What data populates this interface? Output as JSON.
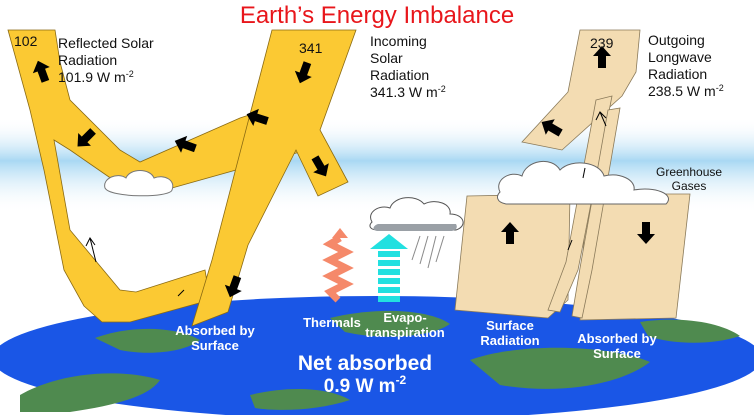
{
  "title": "Earth’s Energy Imbalance",
  "colors": {
    "title": "#e8161b",
    "solar_band": "#fbc933",
    "longwave_band": "#f3dcb2",
    "ocean": "#1a56e6",
    "land": "#4f8a4f",
    "sky": "#bfe3f7",
    "thermals": "#f5896a",
    "evapo": "#22e0e0"
  },
  "flows": {
    "reflected": {
      "value": "102",
      "label_line1": "Reflected Solar",
      "label_line2": "Radiation",
      "amount": "101.9 W m",
      "exp": "-2"
    },
    "incoming": {
      "value": "341",
      "label_line1": "Incoming",
      "label_line2": "Solar",
      "label_line3": "Radiation",
      "amount": "341.3 W m",
      "exp": "-2"
    },
    "outgoing": {
      "value": "239",
      "label_line1": "Outgoing",
      "label_line2": "Longwave",
      "label_line3": "Radiation",
      "amount": "238.5 W m",
      "exp": "-2"
    }
  },
  "greenhouse": {
    "line1": "Greenhouse",
    "line2": "Gases"
  },
  "surface_labels": {
    "absorbed_solar": {
      "line1": "Absorbed by",
      "line2": "Surface"
    },
    "thermals": "Thermals",
    "evapo": {
      "line1": "Evapo-",
      "line2": "transpiration"
    },
    "surface_radiation": {
      "line1": "Surface",
      "line2": "Radiation"
    },
    "absorbed_back": {
      "line1": "Absorbed by",
      "line2": "Surface"
    }
  },
  "net": {
    "line1": "Net absorbed",
    "amount": "0.9  W m",
    "exp": "-2"
  }
}
